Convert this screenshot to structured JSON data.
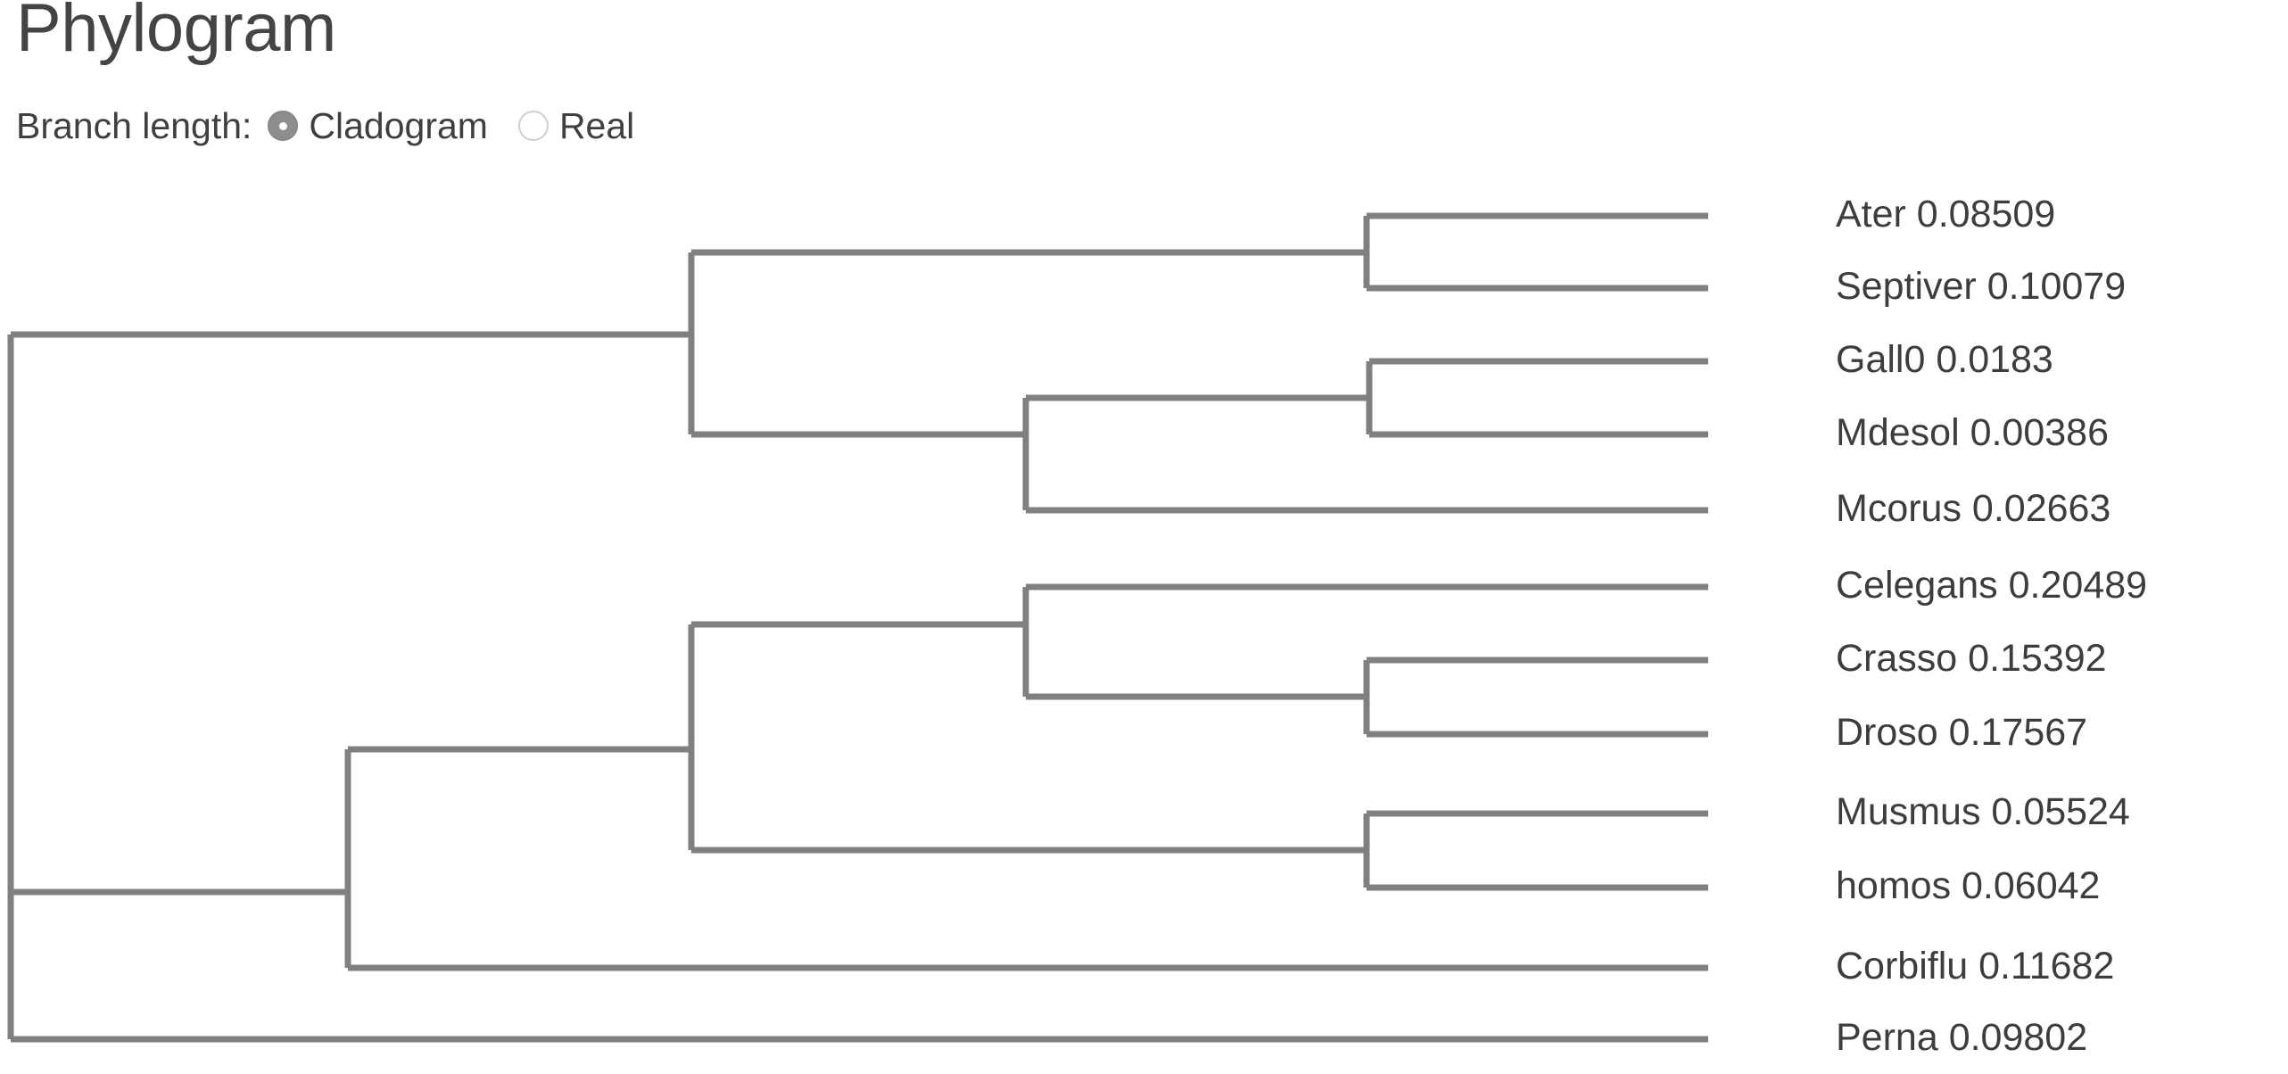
{
  "header": {
    "title": "Phylogram",
    "branch_length_label": "Branch length:",
    "options": [
      {
        "label": "Cladogram",
        "selected": true
      },
      {
        "label": "Real",
        "selected": false
      }
    ]
  },
  "chart_data": {
    "type": "tree",
    "title": "Phylogram",
    "mode": "Cladogram",
    "stroke_color": "#808080",
    "stroke_width": 7,
    "x_range": [
      12,
      1915
    ],
    "y_range": [
      242,
      1165
    ],
    "leaves": [
      {
        "name": "Ater",
        "value": "0.08509",
        "label": "Ater 0.08509",
        "x": 1915,
        "y": 242
      },
      {
        "name": "Septiver",
        "value": "0.10079",
        "label": "Septiver 0.10079",
        "x": 1915,
        "y": 323
      },
      {
        "name": "Gall0",
        "value": "0.0183",
        "label": "Gall0 0.0183",
        "x": 1915,
        "y": 405
      },
      {
        "name": "Mdesol",
        "value": "0.00386",
        "label": "Mdesol 0.00386",
        "x": 1915,
        "y": 487
      },
      {
        "name": "Mcorus",
        "value": "0.02663",
        "label": "Mcorus 0.02663",
        "x": 1915,
        "y": 572
      },
      {
        "name": "Celegans",
        "value": "0.20489",
        "label": "Celegans 0.20489",
        "x": 1915,
        "y": 658
      },
      {
        "name": "Crasso",
        "value": "0.15392",
        "label": "Crasso 0.15392",
        "x": 1915,
        "y": 740
      },
      {
        "name": "Droso",
        "value": "0.17567",
        "label": "Droso 0.17567",
        "x": 1915,
        "y": 823
      },
      {
        "name": "Musmus",
        "value": "0.05524",
        "label": "Musmus 0.05524",
        "x": 1915,
        "y": 912
      },
      {
        "name": "homos",
        "value": "0.06042",
        "label": "homos 0.06042",
        "x": 1915,
        "y": 995
      },
      {
        "name": "Corbiflu",
        "value": "0.11682",
        "label": "Corbiflu 0.11682",
        "x": 1915,
        "y": 1085
      },
      {
        "name": "Perna",
        "value": "0.09802",
        "label": "Perna 0.09802",
        "x": 1915,
        "y": 1165
      }
    ],
    "nodes": [
      {
        "id": "root",
        "x": 12,
        "y_top": 375,
        "y_bottom": 1165
      },
      {
        "id": "clade-upper",
        "x": 775,
        "y_top": 283,
        "y_bottom": 487
      },
      {
        "id": "ater-septiver",
        "x": 1532,
        "y_top": 242,
        "y_bottom": 323
      },
      {
        "id": "gall-mdesol-mcorus",
        "x": 1150,
        "y_top": 446,
        "y_bottom": 572
      },
      {
        "id": "gall-mdesol",
        "x": 1535,
        "y_top": 405,
        "y_bottom": 487
      },
      {
        "id": "clade-lower",
        "x": 390,
        "y_top": 840,
        "y_bottom": 1085
      },
      {
        "id": "celegans-group",
        "x": 775,
        "y_top": 700,
        "y_bottom": 953
      },
      {
        "id": "crasso-droso",
        "x": 1532,
        "y_top": 740,
        "y_bottom": 823
      },
      {
        "id": "cel-crasso-droso",
        "x": 1150,
        "y_top": 658,
        "y_bottom": 781
      },
      {
        "id": "musmus-homos",
        "x": 1532,
        "y_top": 912,
        "y_bottom": 995
      }
    ],
    "edges": [
      {
        "from": "root",
        "to": "clade-upper",
        "y": 375,
        "x1": 12,
        "x2": 775
      },
      {
        "from": "clade-upper",
        "to": "ater-septiver",
        "y": 283,
        "x1": 775,
        "x2": 1532
      },
      {
        "from": "ater-septiver",
        "to": "Ater",
        "y": 242,
        "x1": 1532,
        "x2": 1915
      },
      {
        "from": "ater-septiver",
        "to": "Septiver",
        "y": 323,
        "x1": 1532,
        "x2": 1915
      },
      {
        "from": "clade-upper",
        "to": "gall-mdesol-mcorus",
        "y": 487,
        "x1": 775,
        "x2": 1150
      },
      {
        "from": "gall-mdesol-mcorus",
        "to": "gall-mdesol",
        "y": 446,
        "x1": 1150,
        "x2": 1535
      },
      {
        "from": "gall-mdesol",
        "to": "Gall0",
        "y": 405,
        "x1": 1535,
        "x2": 1915
      },
      {
        "from": "gall-mdesol",
        "to": "Mdesol",
        "y": 487,
        "x1": 1535,
        "x2": 1915
      },
      {
        "from": "gall-mdesol-mcorus",
        "to": "Mcorus",
        "y": 572,
        "x1": 1150,
        "x2": 1915
      },
      {
        "from": "root",
        "to": "clade-lower",
        "y": 1000,
        "x1": 12,
        "x2": 390
      },
      {
        "from": "clade-lower",
        "to": "celegans-group",
        "y": 840,
        "x1": 390,
        "x2": 775
      },
      {
        "from": "celegans-group",
        "to": "cel-crasso-droso",
        "y": 700,
        "x1": 775,
        "x2": 1150
      },
      {
        "from": "cel-crasso-droso",
        "to": "Celegans",
        "y": 658,
        "x1": 1150,
        "x2": 1915
      },
      {
        "from": "cel-crasso-droso",
        "to": "crasso-droso",
        "y": 781,
        "x1": 1150,
        "x2": 1532
      },
      {
        "from": "crasso-droso",
        "to": "Crasso",
        "y": 740,
        "x1": 1532,
        "x2": 1915
      },
      {
        "from": "crasso-droso",
        "to": "Droso",
        "y": 823,
        "x1": 1532,
        "x2": 1915
      },
      {
        "from": "celegans-group",
        "to": "musmus-homos",
        "y": 953,
        "x1": 775,
        "x2": 1532
      },
      {
        "from": "musmus-homos",
        "to": "Musmus",
        "y": 912,
        "x1": 1532,
        "x2": 1915
      },
      {
        "from": "musmus-homos",
        "to": "homos",
        "y": 995,
        "x1": 1532,
        "x2": 1915
      },
      {
        "from": "clade-lower",
        "to": "Corbiflu",
        "y": 1085,
        "x1": 390,
        "x2": 1915
      },
      {
        "from": "root",
        "to": "Perna",
        "y": 1165,
        "x1": 12,
        "x2": 1915
      }
    ]
  }
}
